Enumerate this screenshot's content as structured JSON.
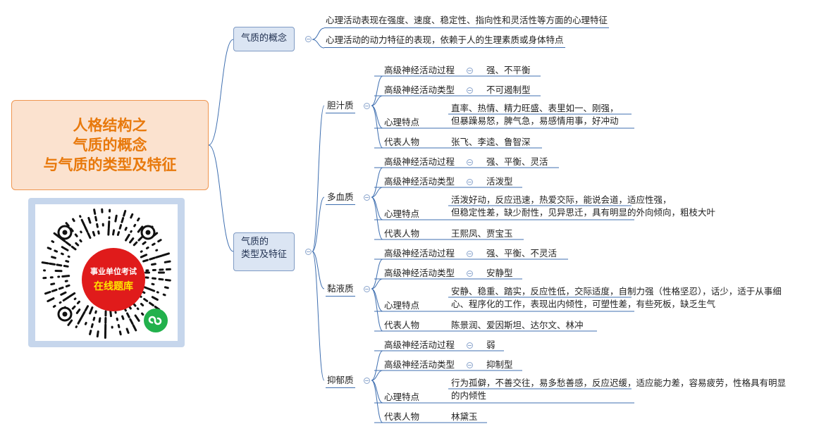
{
  "root": {
    "lines": [
      "人格结构之",
      "气质的概念",
      "与气质的类型及特征"
    ]
  },
  "branches": {
    "concept": {
      "label": "气质的概念",
      "items": [
        "心理活动表现在强度、速度、稳定性、指向性和灵活性等方面的心理特征",
        "心理活动的动力特征的表现，依赖于人的生理素质或身体特点"
      ]
    },
    "types": {
      "label_line1": "气质的",
      "label_line2": "类型及特征",
      "labels": {
        "process": "高级神经活动过程",
        "type": "高级神经活动类型",
        "traits": "心理特点",
        "people": "代表人物"
      },
      "list": [
        {
          "name": "胆汁质",
          "process": "强、不平衡",
          "type": "不可遏制型",
          "traits": [
            "直率、热情、精力旺盛、表里如一、刚强，",
            "但暴躁易怒，脾气急，易感情用事，好冲动"
          ],
          "people": "张飞、李逵、鲁智深"
        },
        {
          "name": "多血质",
          "process": "强、平衡、灵活",
          "type": "活泼型",
          "traits": [
            "活泼好动，反应迅速，热爱交际，能说会道，适应性强，",
            "但稳定性差，缺少耐性，见异思迁，具有明显的外向倾向，粗枝大叶"
          ],
          "people": "王熙凤、贾宝玉"
        },
        {
          "name": "黏液质",
          "process": "强、平衡、不灵活",
          "type": "安静型",
          "traits": [
            "安静、稳重、踏实，反应性低，交际适度，自制力强（性格坚忍），话少，适于从事细",
            "心、程序化的工作，表现出内倾性，可塑性差，有些死板，缺乏生气"
          ],
          "people": "陈景润、爱因斯坦、达尔文、林冲"
        },
        {
          "name": "抑郁质",
          "process": "弱",
          "type": "抑制型",
          "traits": [
            "行为孤僻，不善交往，易多愁善感，反应迟缓，适应能力差，容易疲劳，性格具有明显",
            "的内倾性"
          ],
          "people": "林黛玉"
        }
      ]
    }
  },
  "qr": {
    "line1": "事业单位考试",
    "line2": "在线题库"
  },
  "colors": {
    "line": "#3f6fb0",
    "root_text": "#e8790c",
    "root_fill": "#fbe2cf",
    "node_fill": "#dbe5f3",
    "qr_center": "#e01b1b",
    "wechat": "#22b14c"
  }
}
